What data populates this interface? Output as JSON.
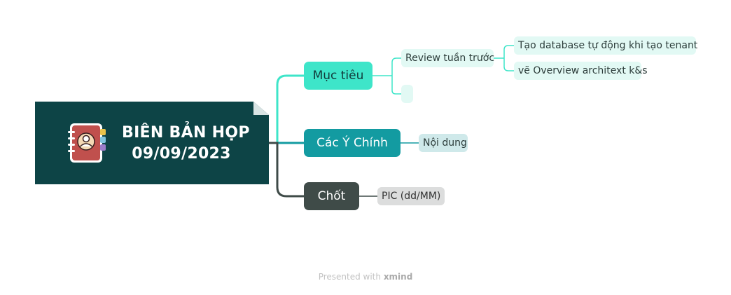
{
  "root": {
    "title_line1": "BIÊN BẢN HỌP",
    "title_line2": "09/09/2023",
    "icon": "notebook-contact-icon"
  },
  "branches": {
    "muc_tieu": {
      "label": "Mục tiêu",
      "child": "Review tuần trước",
      "leaves": [
        "Tạo database tự động khi tạo tenant",
        "vẽ Overview architext k&s"
      ]
    },
    "cac_y_chinh": {
      "label": "Các Ý Chính",
      "child": "Nội dung"
    },
    "chot": {
      "label": "Chốt",
      "child": "PIC (dd/MM)"
    }
  },
  "footer": {
    "prefix": "Presented with",
    "brand": "xmind"
  },
  "colors": {
    "root_bg": "#0d4446",
    "muc_tieu": "#3ee5c9",
    "cac_y_chinh": "#139ba1",
    "chot": "#3f4b48"
  }
}
